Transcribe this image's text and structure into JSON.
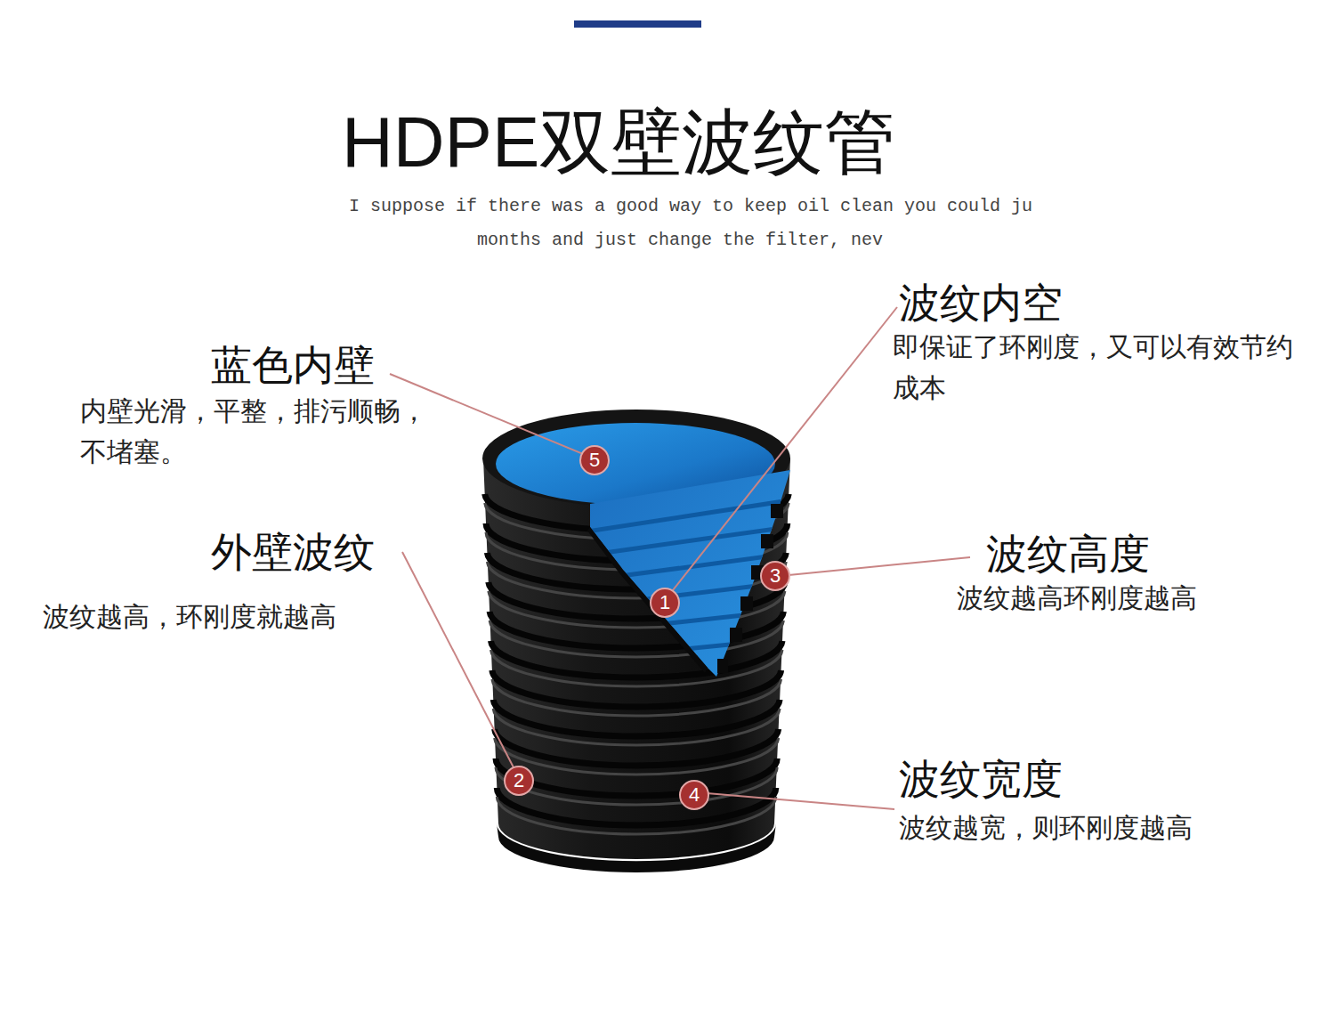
{
  "diagram": {
    "title": "HDPE双壁波纹管",
    "nodes": [
      {
        "text": [
          "5"
        ]
      },
      {
        "text": [
          "3"
        ]
      },
      {
        "text": [
          "1"
        ]
      },
      {
        "text": [
          "2"
        ]
      },
      {
        "text": [
          "4"
        ]
      }
    ],
    "labels": [
      "I suppose if there was a good way to keep oil clean you could ju",
      "months and just change the filter, nev",
      "波纹内空",
      "即保证了环刚度，又可以有效节约 成本",
      "蓝色内壁",
      "内壁光滑，平整，排污顺畅， 不堵塞。",
      "外壁波纹",
      "波纹高度",
      "波纹越高环刚度越高",
      "波纹越高，环刚度就越高",
      "波纹宽度",
      "波纹越宽，则环刚度越高"
    ]
  }
}
